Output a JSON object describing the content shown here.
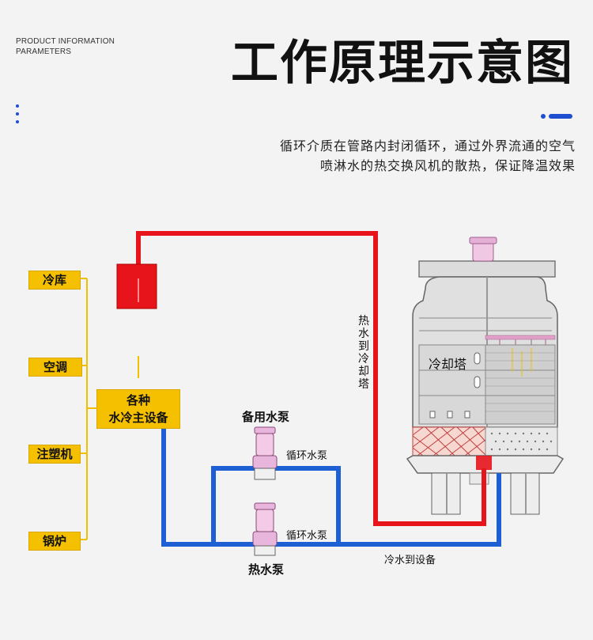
{
  "header": {
    "tag_line1": "PRODUCT INFORMATION",
    "tag_line2": "PARAMETERS",
    "title": "工作原理示意图",
    "desc_line1": "循环介质在管路内封闭循环，通过外界流通的空气",
    "desc_line2": "喷淋水的热交换风机的散热，保证降温效果"
  },
  "equipment": {
    "items": [
      "冷库",
      "空调",
      "注塑机",
      "锅炉"
    ],
    "main_device_line1": "各种",
    "main_device_line2": "水冷主设备"
  },
  "pumps": {
    "backup_pump": "备用水泵",
    "circ_pump_upper": "循环水泵",
    "circ_pump_lower": "循环水泵",
    "hot_water_pump": "热水泵"
  },
  "flows": {
    "hot_to_tower": "热水到冷却塔",
    "cold_to_device": "冷水到设备"
  },
  "tower": {
    "label": "冷却塔"
  },
  "colors": {
    "hot_pipe": "#e8141c",
    "cold_pipe": "#1e5fd6",
    "label_box": "#f5c000",
    "accent": "#1e4fd1"
  }
}
